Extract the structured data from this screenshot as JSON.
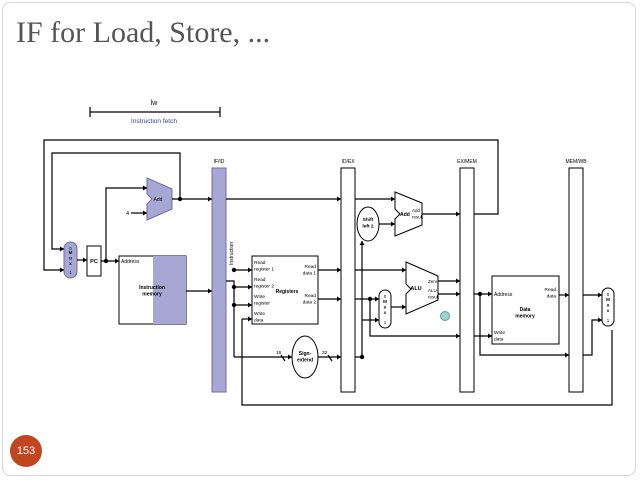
{
  "slide": {
    "title": "IF for Load, Store, ...",
    "page_number": "153"
  },
  "diagram": {
    "header": "lw",
    "stage_label": "Instruction fetch",
    "pipeline_registers": [
      "IF/ID",
      "ID/EX",
      "EX/MEM",
      "MEM/WB"
    ],
    "mux_label": "M\nu\nx",
    "mux_inputs": [
      "0",
      "1"
    ],
    "pc": "PC",
    "instr_mem": {
      "address": "Address",
      "name": "Instruction\nmemory"
    },
    "adder": {
      "label": "Add",
      "constant": "4"
    },
    "instruction_label": "Instruction",
    "registers": {
      "read_reg1": "Read\nregister 1",
      "read_reg2": "Read\nregister 2",
      "write_reg": "Write\nregister",
      "write_data": "Write\ndata",
      "read_data1": "Read\ndata 1",
      "read_data2": "Read\ndata 2",
      "name": "Registers"
    },
    "sign_extend": {
      "label": "Sign-\nextend",
      "in_bits": "16",
      "out_bits": "32"
    },
    "shift_left": "Shift\nleft 2",
    "branch_adder": {
      "label": "Add",
      "result": "Add\nresult"
    },
    "alu": {
      "label": "ALU",
      "zero": "Zero",
      "result": "ALU\nresult"
    },
    "data_mem": {
      "address": "Address",
      "read_data": "Read\ndata",
      "write_data": "Write\ndata",
      "name": "Data\nmemory"
    }
  },
  "colors": {
    "highlight": "#a7a7d3",
    "highlight_border": "#6e6ea8",
    "wire": "#000000",
    "title": "#555555",
    "badge": "#c0461f",
    "fetch_label": "#2b3fb0"
  }
}
